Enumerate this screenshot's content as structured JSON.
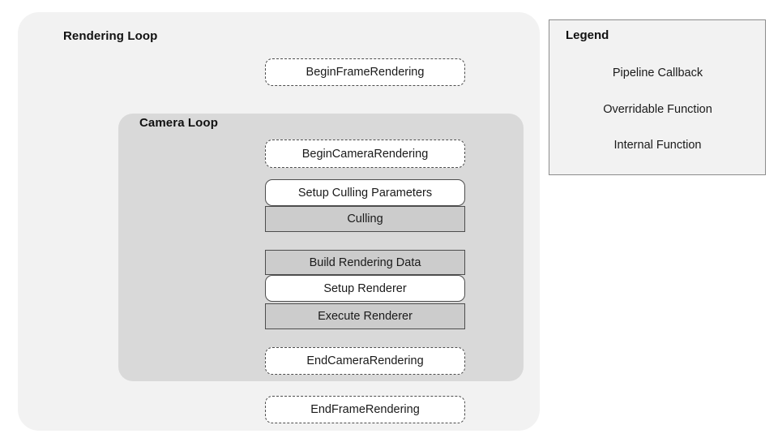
{
  "diagram": {
    "containers": [
      {
        "id": "rendering-loop",
        "title": "Rendering Loop",
        "background": "#f2f2f2"
      },
      {
        "id": "camera-loop",
        "title": "Camera Loop",
        "background": "#d9d9d9"
      }
    ],
    "nodes": [
      {
        "id": "begin-frame-rendering",
        "label": "BeginFrameRendering",
        "type": "callback"
      },
      {
        "id": "begin-camera-rendering",
        "label": "BeginCameraRendering",
        "type": "callback"
      },
      {
        "id": "setup-culling-params",
        "label": "Setup Culling Parameters",
        "type": "overridable"
      },
      {
        "id": "culling",
        "label": "Culling",
        "type": "internal"
      },
      {
        "id": "build-rendering-data",
        "label": "Build Rendering Data",
        "type": "internal"
      },
      {
        "id": "setup-renderer",
        "label": "Setup Renderer",
        "type": "overridable"
      },
      {
        "id": "execute-renderer",
        "label": "Execute Renderer",
        "type": "internal"
      },
      {
        "id": "end-camera-rendering",
        "label": "EndCameraRendering",
        "type": "callback"
      },
      {
        "id": "end-frame-rendering",
        "label": "EndFrameRendering",
        "type": "callback"
      }
    ]
  },
  "legend": {
    "title": "Legend",
    "items": [
      {
        "label": "Pipeline Callback",
        "type": "callback",
        "fill": "#ffffff",
        "border": "#4d4d4d",
        "style": "dashed"
      },
      {
        "label": "Overridable Function",
        "type": "overridable",
        "fill": "#ffffff",
        "border": "#4d4d4d",
        "style": "solid"
      },
      {
        "label": "Internal Function",
        "type": "internal",
        "fill": "#cccccc",
        "border": "#4d4d4d",
        "style": "solid"
      }
    ]
  },
  "colors": {
    "outer_container_bg": "#f2f2f2",
    "inner_container_bg": "#d9d9d9",
    "internal_node_fill": "#cccccc",
    "node_border": "#4d4d4d",
    "legend_border": "#8c8c8c",
    "text": "#1a1a1a",
    "page_bg": "#ffffff"
  }
}
